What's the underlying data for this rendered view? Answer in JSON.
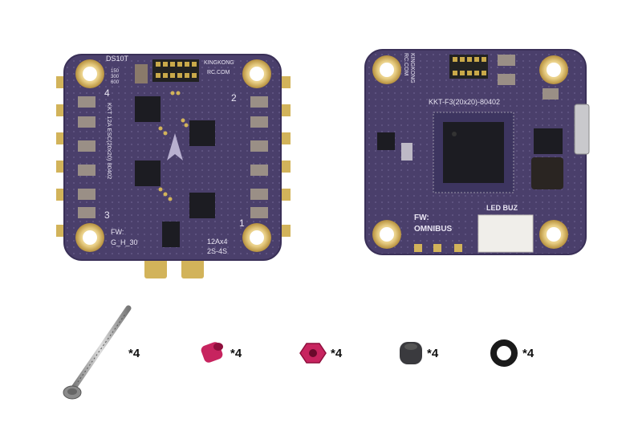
{
  "esc_board": {
    "brand": "KINGKONG",
    "site": "RC.COM",
    "top_label": "DS10T",
    "firmware_label": "FW:",
    "firmware_value": "G_H_30",
    "rating": "12Ax4",
    "cells": "2S-4S",
    "side_text": "KKT 12A ESC(20x20) 80402",
    "motor_numbers": [
      "1",
      "2",
      "3",
      "4"
    ],
    "side_nums": [
      "150",
      "300",
      "600"
    ],
    "pcb_color": "#4a3f6b"
  },
  "fc_board": {
    "brand": "KINGKONG",
    "site": "RC.COM",
    "model": "KKT-F3(20x20)-80402",
    "firmware_label": "FW:",
    "firmware_value": "OMNIBUS",
    "port_label": "LED BUZ",
    "pcb_color": "#4a3f6b"
  },
  "accessories": [
    {
      "name": "screw",
      "qty": "*4"
    },
    {
      "name": "standoff",
      "qty": "*4"
    },
    {
      "name": "nut",
      "qty": "*4"
    },
    {
      "name": "damper",
      "qty": "*4"
    },
    {
      "name": "o-ring",
      "qty": "*4"
    }
  ]
}
